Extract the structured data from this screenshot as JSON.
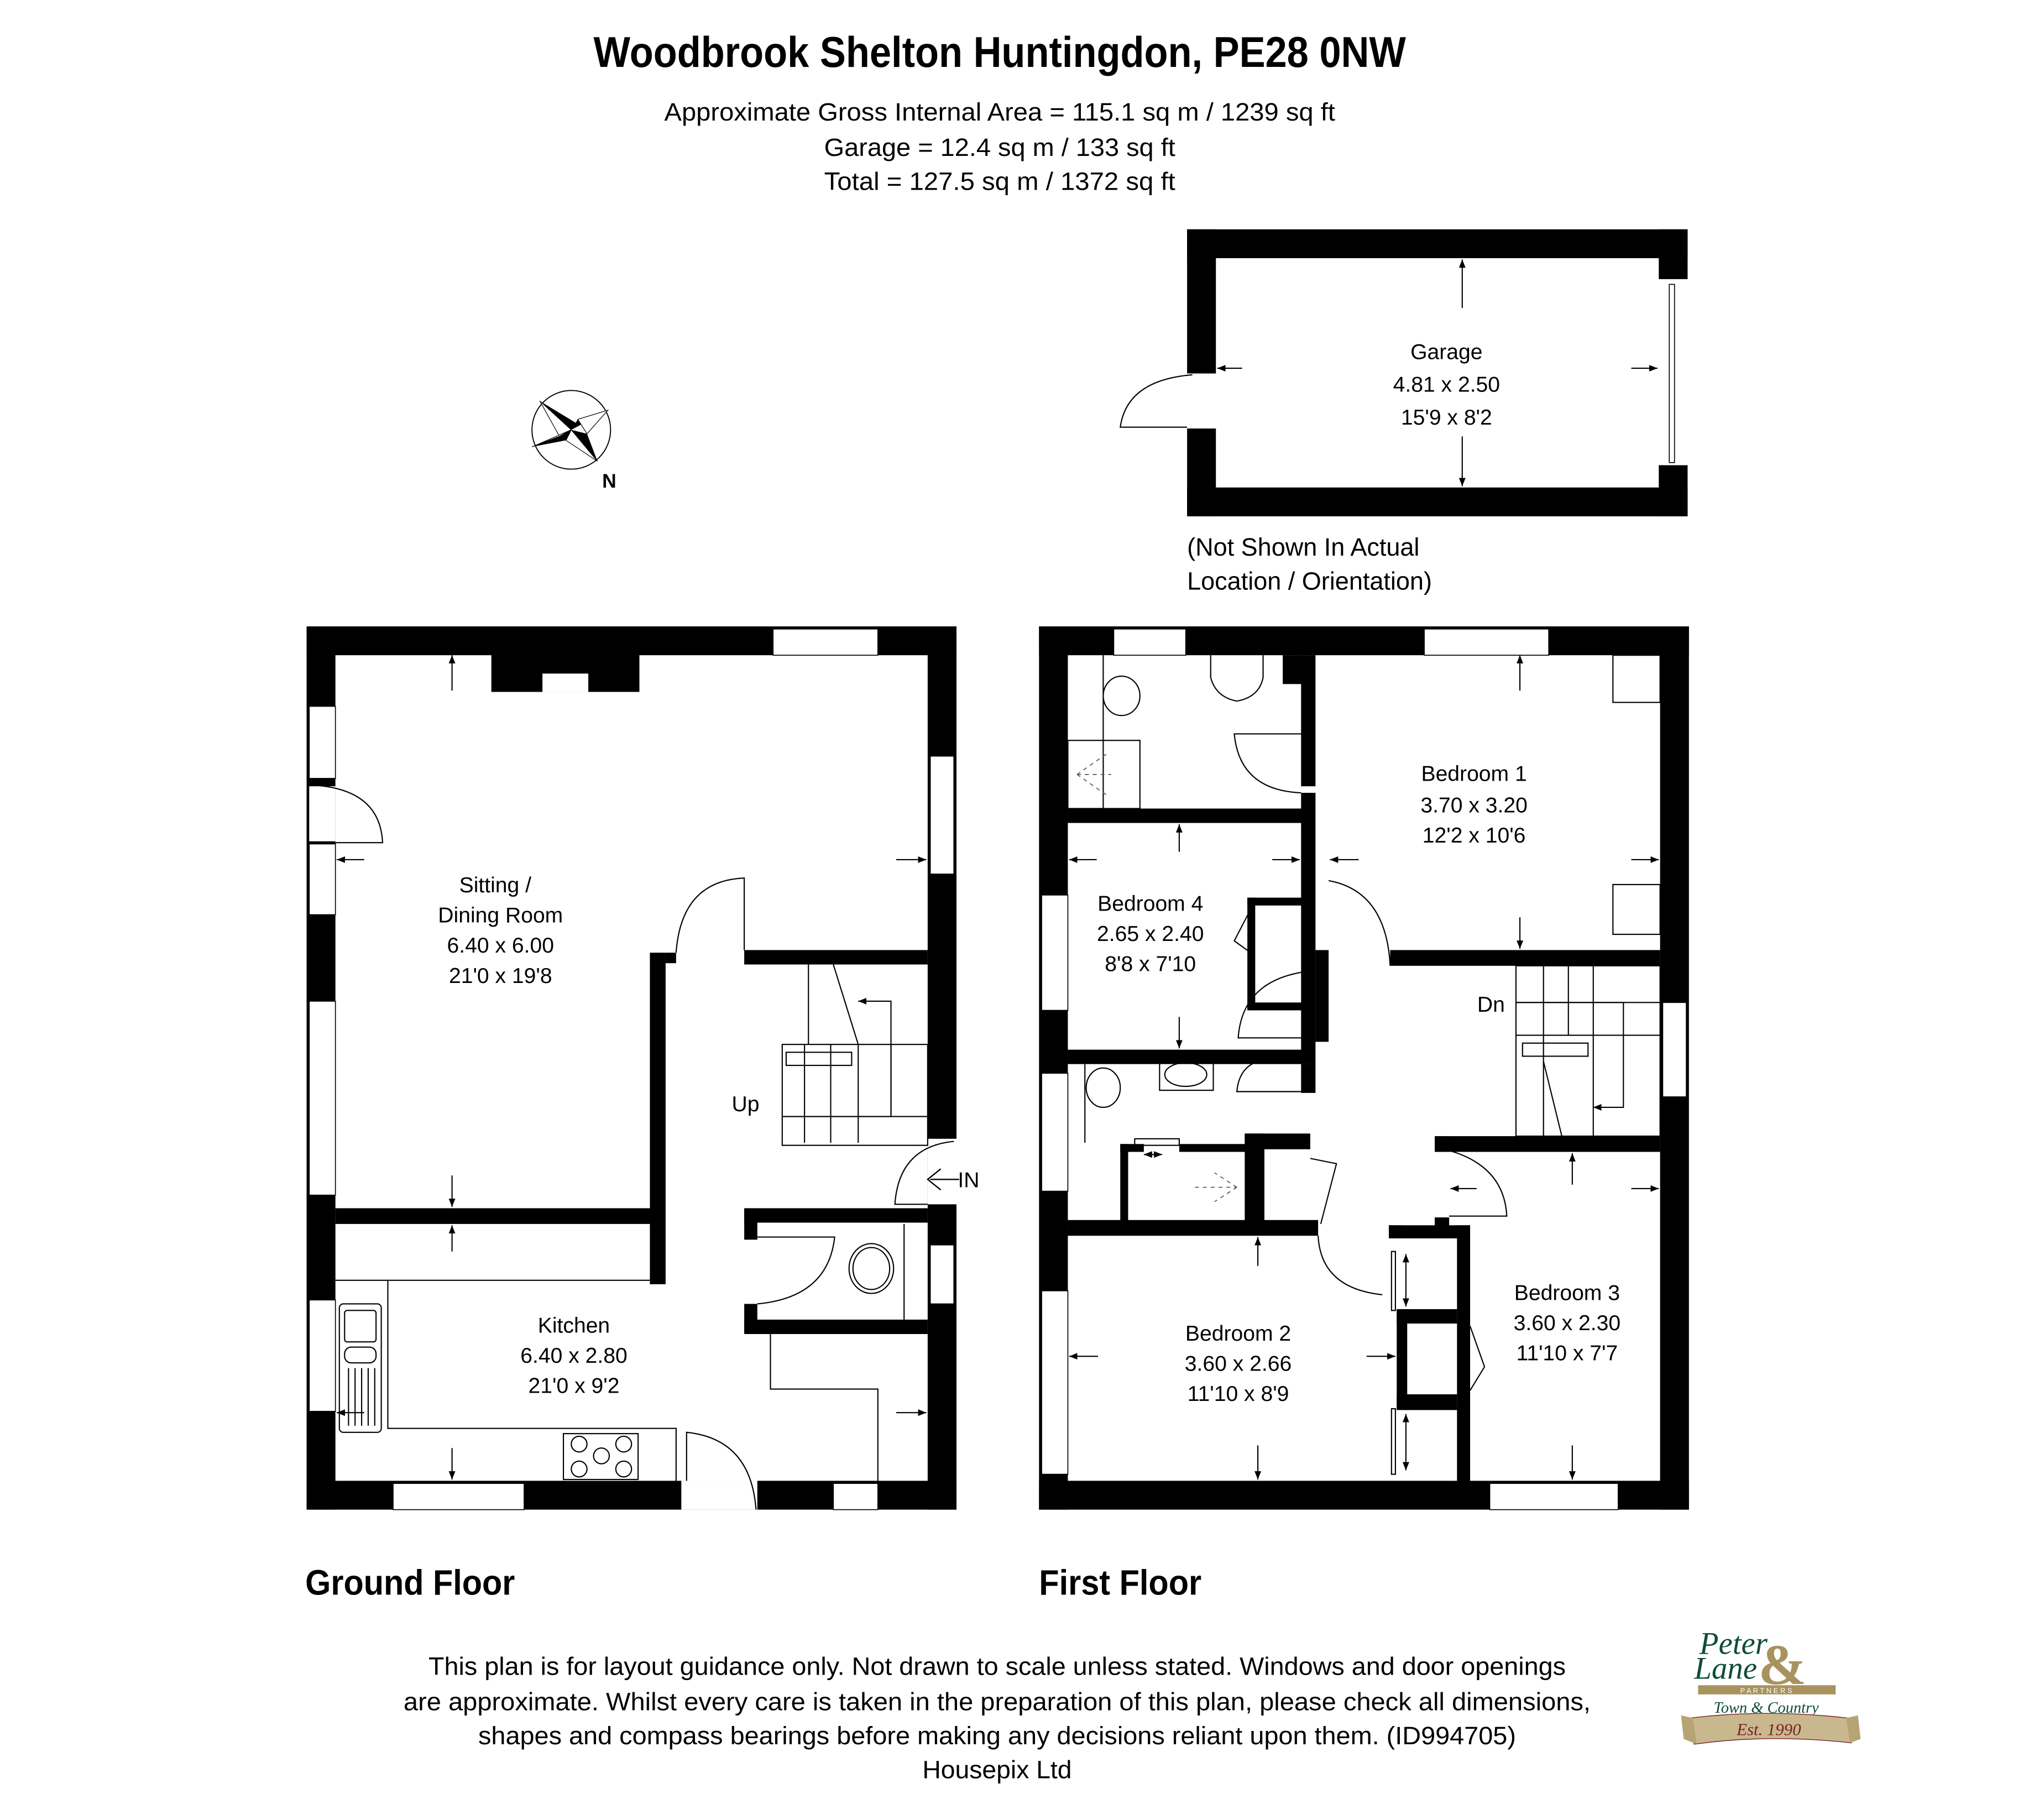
{
  "header": {
    "title": "Woodbrook Shelton Huntingdon, PE28 0NW",
    "area_lines": [
      "Approximate Gross Internal Area = 115.1 sq m / 1239 sq ft",
      "Garage = 12.4 sq m / 133 sq ft",
      "Total = 127.5 sq m / 1372 sq ft"
    ]
  },
  "compass": {
    "label": "N",
    "icon": "compass-rose-icon"
  },
  "garage": {
    "name": "Garage",
    "metric": "4.81 x 2.50",
    "imperial": "15'9 x 8'2",
    "note_lines": [
      "(Not Shown In Actual",
      "Location / Orientation)"
    ]
  },
  "ground_floor": {
    "label": "Ground Floor",
    "rooms": [
      {
        "name_lines": [
          "Sitting /",
          "Dining Room"
        ],
        "metric": "6.40 x 6.00",
        "imperial": "21'0 x 19'8"
      },
      {
        "name_lines": [
          "Kitchen"
        ],
        "metric": "6.40 x 2.80",
        "imperial": "21'0 x 9'2"
      }
    ],
    "stairs_label": "Up",
    "entrance_label": "IN"
  },
  "first_floor": {
    "label": "First Floor",
    "rooms": [
      {
        "name": "Bedroom 1",
        "metric": "3.70 x 3.20",
        "imperial": "12'2 x 10'6"
      },
      {
        "name": "Bedroom 4",
        "metric": "2.65 x 2.40",
        "imperial": "8'8 x 7'10"
      },
      {
        "name": "Bedroom 2",
        "metric": "3.60 x 2.66",
        "imperial": "11'10 x 8'9"
      },
      {
        "name": "Bedroom 3",
        "metric": "3.60 x 2.30",
        "imperial": "11'10 x 7'7"
      }
    ],
    "stairs_label": "Dn"
  },
  "footer": {
    "disclaimer_lines": [
      "This plan is for layout guidance only. Not drawn to scale unless stated. Windows and door openings",
      "are approximate. Whilst every care is taken in the preparation of this plan, please check all dimensions,",
      "shapes and compass bearings before making any decisions reliant upon them. (ID994705)",
      "Housepix Ltd"
    ]
  },
  "logo": {
    "line1": "Peter",
    "line2": "Lane",
    "ampersand": "&",
    "partners": "P A R T N E R S",
    "tagline": "Town & Country",
    "est": "Est. 1990",
    "colors": {
      "green": "#0f4d36",
      "gold": "#a8935f",
      "maroon": "#7a1f2b"
    }
  }
}
